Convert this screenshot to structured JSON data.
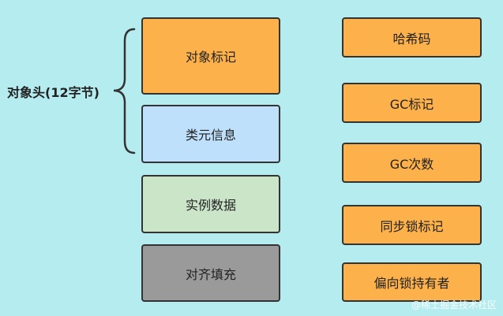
{
  "header_label": "对象头(12字节)",
  "left_stack": [
    {
      "label": "对象标记",
      "color": "#fdb14b"
    },
    {
      "label": "类元信息",
      "color": "#bee0fb"
    },
    {
      "label": "实例数据",
      "color": "#cbe5c9"
    },
    {
      "label": "对齐填充",
      "color": "#9a9a9a"
    }
  ],
  "right_stack": [
    {
      "label": "哈希码",
      "color": "#fdb14b"
    },
    {
      "label": "GC标记",
      "color": "#fdb14b"
    },
    {
      "label": "GC次数",
      "color": "#fdb14b"
    },
    {
      "label": "同步锁标记",
      "color": "#fdb14b"
    },
    {
      "label": "偏向锁持有者",
      "color": "#fdb14b"
    }
  ],
  "watermark": "@稀土掘金技术社区"
}
